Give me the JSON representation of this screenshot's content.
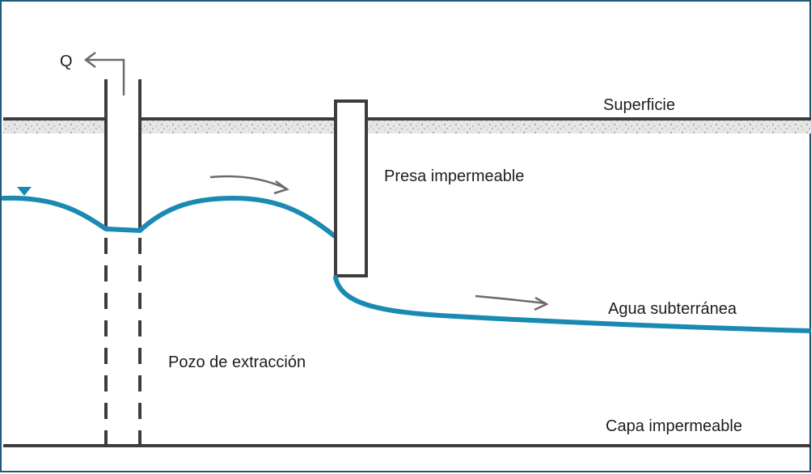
{
  "labels": {
    "q": "Q",
    "surface": "Superficie",
    "dam": "Presa impermeable",
    "groundwater": "Agua subterránea",
    "well": "Pozo de extracción",
    "impermeable_layer": "Capa impermeable"
  },
  "colors": {
    "frame": "#1f5a78",
    "water": "#1a8ab3",
    "structure": "#3c3c3b",
    "arrow": "#6b6b6b",
    "soil": "#e6e6e6",
    "text": "#1d1d1b"
  },
  "icons": {
    "water_table_marker": "down-triangle-icon"
  }
}
